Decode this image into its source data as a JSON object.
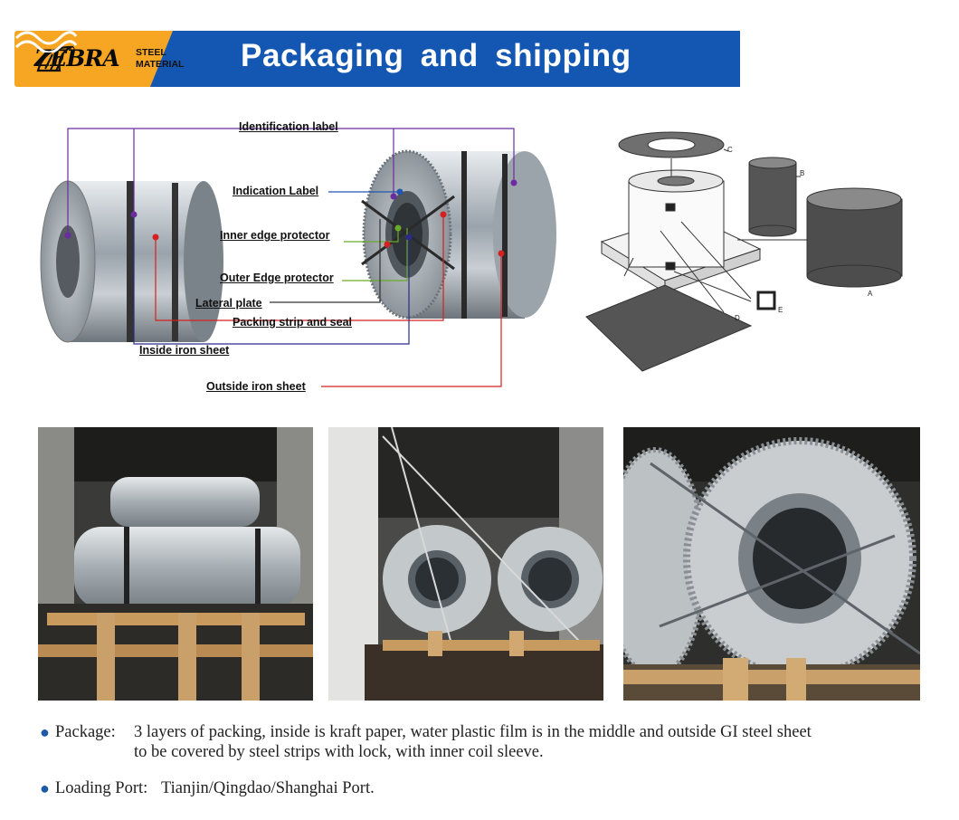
{
  "banner": {
    "brand_name": "ZEBRA",
    "brand_line1": "STEEL",
    "brand_line2": "MATERIAL",
    "title": "Packaging and shipping",
    "colors": {
      "orange": "#f6a623",
      "blue": "#1457b3",
      "white": "#ffffff"
    },
    "icon": "wave-icon"
  },
  "diagram_labels": {
    "identification": "Identification label",
    "indication": "Indication Label",
    "inner_edge": "Inner edge protector",
    "outer_edge": "Outer Edge protector",
    "lateral": "Lateral plate",
    "packing_strip": "Packing strip and seal",
    "inside_sheet": "Inside iron sheet",
    "outside_sheet": "Outside iron sheet"
  },
  "exploded_letters": {
    "a": "A",
    "b": "B",
    "c": "C",
    "d": "D",
    "e": "E"
  },
  "photos": [
    {
      "name": "two galvanized coils on wooden crates in container"
    },
    {
      "name": "coils strapped with steel wire in container"
    },
    {
      "name": "close-up of wrapped coil end"
    }
  ],
  "notes": {
    "package_label": "Package:",
    "package_line1": "3 layers of packing, inside is kraft paper, water plastic film is in  the middle and outside GI steel sheet",
    "package_line2": "to be covered by steel strips with lock, with inner coil sleeve.",
    "port_label": "Loading Port:",
    "port_text": "Tianjin/Qingdao/Shanghai Port."
  }
}
